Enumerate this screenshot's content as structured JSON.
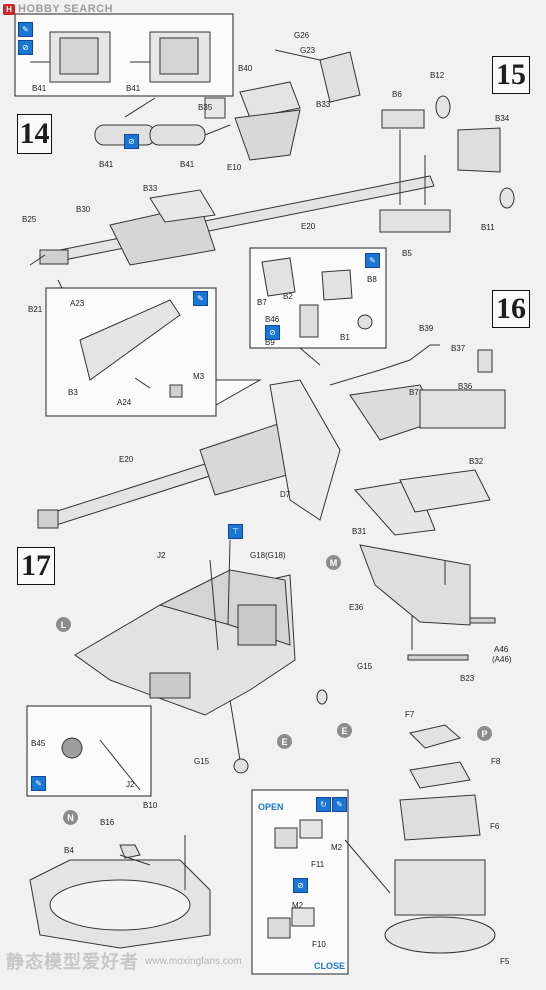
{
  "watermark": {
    "site_name": "HOBBY SEARCH",
    "cn_name": "静态模型爱好者",
    "url": "www.moxingfans.com"
  },
  "steps": [
    "14",
    "15",
    "16",
    "17"
  ],
  "parts": {
    "g26": "G26",
    "g23": "G23",
    "b40": "B40",
    "b35": "B35",
    "b33a": "B33",
    "b41a": "B41",
    "b41b": "B41",
    "b41c": "B41",
    "b41d": "B41",
    "e10": "E10",
    "b33b": "B33",
    "b30": "B30",
    "b25": "B25",
    "b21": "B21",
    "e20a": "E20",
    "a23": "A23",
    "b3": "B3",
    "a24": "A24",
    "m3": "M3",
    "b7a": "B7",
    "b2": "B2",
    "b8": "B8",
    "b46": "B46",
    "b9": "B9",
    "b1": "B1",
    "b12": "B12",
    "b6": "B6",
    "b34": "B34",
    "b5": "B5",
    "b11": "B11",
    "b39": "B39",
    "b37": "B37",
    "b7b": "B7",
    "b36": "B36",
    "e20b": "E20",
    "d7": "D7",
    "b32": "B32",
    "b31": "B31",
    "j2a": "J2",
    "g18": "G18(G18)",
    "e36": "E36",
    "a46": "A46",
    "a46b": "(A46)",
    "b23": "B23",
    "g15a": "G15",
    "g15b": "G15",
    "b45": "B45",
    "j2b": "J2",
    "b10": "B10",
    "b16": "B16",
    "b4": "B4",
    "f7": "F7",
    "f8": "F8",
    "f6": "F6",
    "f11": "F11",
    "m2a": "M2",
    "m2b": "M2",
    "f10": "F10",
    "f5": "F5"
  },
  "markers": {
    "l": "L",
    "m": "M",
    "e1": "E",
    "e2": "E",
    "n": "N",
    "p": "P"
  },
  "callouts": {
    "open": "OPEN",
    "close": "CLOSE"
  },
  "colors": {
    "accent": "#1976d2",
    "line": "#333333",
    "paper": "#f1f1f1"
  }
}
